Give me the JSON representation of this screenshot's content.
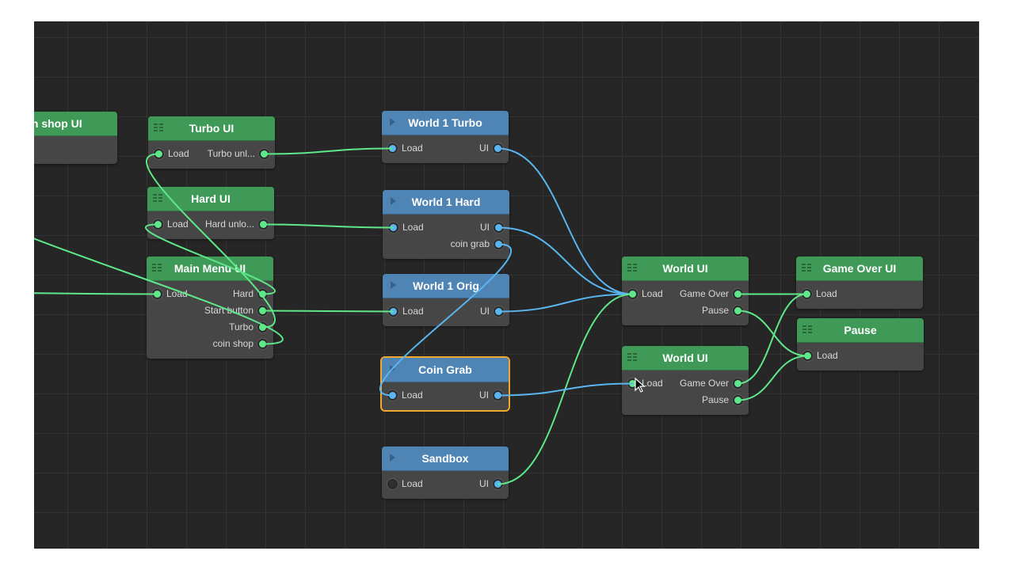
{
  "colors": {
    "canvas": "#262626",
    "green_header": "#3f9a58",
    "blue_header": "#4f85b4",
    "node_body": "#464646",
    "green_link": "#5ee889",
    "blue_link": "#5ab6f0",
    "selection": "#f0a830"
  },
  "nodes": {
    "coin_shop_ui": {
      "title": "Coin shop UI"
    },
    "turbo_ui": {
      "title": "Turbo UI",
      "in": "Load",
      "out": "Turbo unl..."
    },
    "hard_ui": {
      "title": "Hard UI",
      "in": "Load",
      "out": "Hard unlo..."
    },
    "main_menu_ui": {
      "title": "Main Menu UI",
      "in": "Load",
      "outs": [
        "Hard",
        "Start button",
        "Turbo",
        "coin shop"
      ]
    },
    "world1_turbo": {
      "title": "World 1 Turbo",
      "in": "Load",
      "out": "UI"
    },
    "world1_hard": {
      "title": "World 1 Hard",
      "in": "Load",
      "outs": [
        "UI",
        "coin grab"
      ]
    },
    "world1_orig": {
      "title": "World 1 Orig",
      "in": "Load",
      "out": "UI"
    },
    "coin_grab": {
      "title": "Coin Grab",
      "in": "Load",
      "out": "UI",
      "selected": true
    },
    "sandbox": {
      "title": "Sandbox",
      "in": "Load",
      "out": "UI"
    },
    "world_ui_a": {
      "title": "World UI",
      "in": "Load",
      "outs": [
        "Game Over",
        "Pause"
      ]
    },
    "world_ui_b": {
      "title": "World UI",
      "in": "Load",
      "outs": [
        "Game Over",
        "Pause"
      ]
    },
    "game_over_ui": {
      "title": "Game Over UI",
      "in": "Load"
    },
    "pause": {
      "title": "Pause",
      "in": "Load"
    }
  },
  "links": [
    {
      "from": "offscreen-a",
      "to": "main_menu_ui.in",
      "color": "green"
    },
    {
      "from": "main_menu_ui.out3",
      "to": "offscreen-b",
      "color": "green"
    },
    {
      "from": "main_menu_ui.out0",
      "to": "hard_ui.in",
      "color": "green"
    },
    {
      "from": "main_menu_ui.out2",
      "to": "turbo_ui.in",
      "color": "green"
    },
    {
      "from": "turbo_ui.out",
      "to": "world1_turbo.in",
      "color": "green"
    },
    {
      "from": "hard_ui.out",
      "to": "world1_hard.in",
      "color": "green"
    },
    {
      "from": "main_menu_ui.out1",
      "to": "world1_orig.in",
      "color": "green"
    },
    {
      "from": "world1_turbo.out",
      "to": "world_ui_a.in",
      "color": "blue"
    },
    {
      "from": "world1_hard.out0",
      "to": "world_ui_a.in",
      "color": "blue"
    },
    {
      "from": "world1_orig.out",
      "to": "world_ui_a.in",
      "color": "blue"
    },
    {
      "from": "sandbox.out",
      "to": "world_ui_a.in",
      "color": "green"
    },
    {
      "from": "world1_hard.out1",
      "to": "coin_grab.in",
      "color": "blue"
    },
    {
      "from": "coin_grab.out",
      "to": "world_ui_b.in",
      "color": "blue"
    },
    {
      "from": "world_ui_a.out0",
      "to": "game_over_ui.in",
      "color": "green"
    },
    {
      "from": "world_ui_a.out1",
      "to": "pause.in",
      "color": "green"
    },
    {
      "from": "world_ui_b.out0",
      "to": "game_over_ui.in",
      "color": "green"
    },
    {
      "from": "world_ui_b.out1",
      "to": "pause.in",
      "color": "green"
    }
  ]
}
